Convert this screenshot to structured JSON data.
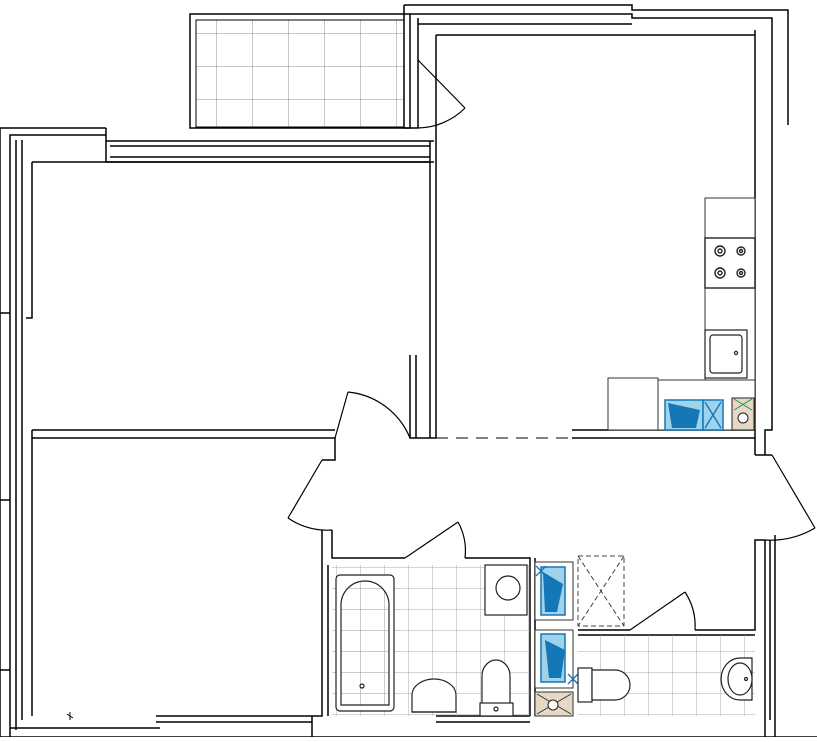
{
  "plan": {
    "colors": {
      "wall": "#000000",
      "fixture_stroke": "#333333",
      "tile_grid": "#8c8c8c",
      "appliance_blue": "#1577b5",
      "appliance_blue_light": "#9fd3ec",
      "utility_beige": "#e7d8c5",
      "counter_fill": "#ffffff"
    },
    "rooms": [
      {
        "id": "balcony",
        "label": ""
      },
      {
        "id": "kitchen-living",
        "label": ""
      },
      {
        "id": "bedroom-upper",
        "label": ""
      },
      {
        "id": "bedroom-lower",
        "label": ""
      },
      {
        "id": "hallway",
        "label": ""
      },
      {
        "id": "bathroom",
        "label": ""
      },
      {
        "id": "wc",
        "label": ""
      }
    ],
    "fixtures": [
      "stove-icon",
      "kitchen-sink-icon",
      "fridge-icon",
      "washing-machine-icon",
      "bathtub-icon",
      "washbasin-icon",
      "toilet-icon",
      "shower-drain-icon"
    ]
  }
}
